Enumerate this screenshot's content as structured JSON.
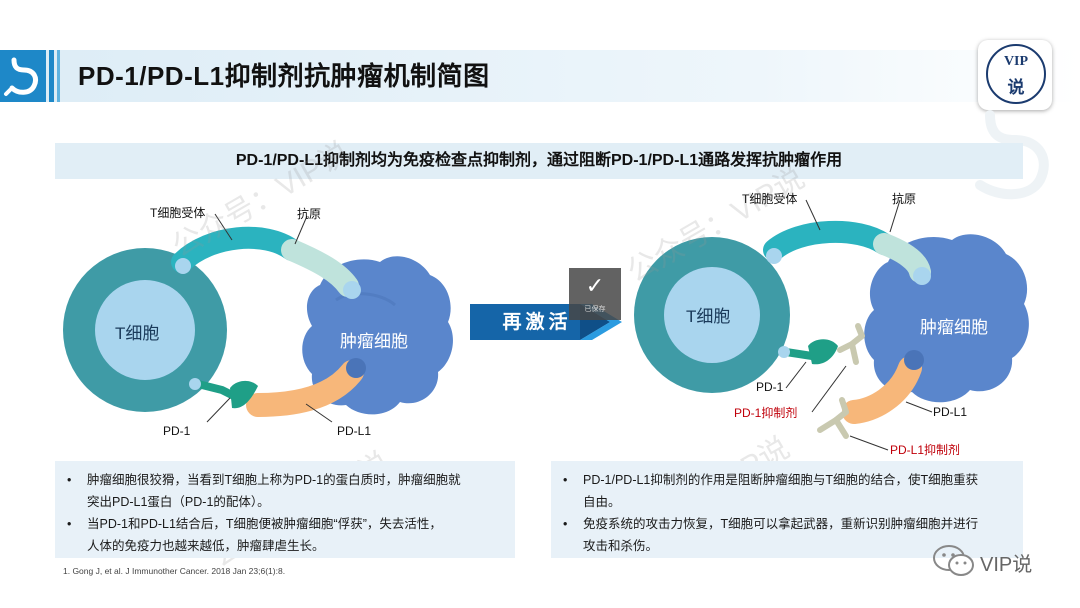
{
  "header": {
    "title": "PD-1/PD-L1抑制剂抗肿瘤机制简图",
    "badge_line1": "VIP",
    "badge_line2": "说"
  },
  "banner": {
    "text": "PD-1/PD-L1抑制剂均为免疫检查点抑制剂，通过阻断PD-1/PD-L1通路发挥抗肿瘤作用"
  },
  "watermark": "公众号：VIP说",
  "left_diagram": {
    "t_cell": "T细胞",
    "tumor_cell": "肿瘤细胞",
    "tcr_label": "T细胞受体",
    "antigen_label": "抗原",
    "pd1_label": "PD-1",
    "pdl1_label": "PD-L1"
  },
  "arrow": {
    "text": "再激活"
  },
  "saved_overlay": {
    "text": "已保存"
  },
  "right_diagram": {
    "t_cell": "T细胞",
    "tumor_cell": "肿瘤细胞",
    "tcr_label": "T细胞受体",
    "antigen_label": "抗原",
    "pd1_label": "PD-1",
    "pdl1_label": "PD-L1",
    "pd1_inhibitor_label": "PD-1抑制剂",
    "pdl1_inhibitor_label": "PD-L1抑制剂"
  },
  "left_box": {
    "bullets": [
      "肿瘤细胞很狡猾，当看到T细胞上称为PD-1的蛋白质时，肿瘤细胞就",
      "突出PD-L1蛋白（PD-1的配体）。",
      "当PD-1和PD-L1结合后，T细胞便被肿瘤细胞“俘获”，失去活性，",
      "人体的免疫力也越来越低，肿瘤肆虐生长。"
    ]
  },
  "right_box": {
    "bullets": [
      "PD-1/PD-L1抑制剂的作用是阻断肿瘤细胞与T细胞的结合，使T细胞重获",
      "自由。",
      "免疫系统的攻击力恢复，T细胞可以拿起武器，重新识别肿瘤细胞并进行",
      "攻击和杀伤。"
    ]
  },
  "reference": "1. Gong J, et al.  J Immunother Cancer. 2018 Jan 23;6(1):8.",
  "wechat_mark": "VIP说",
  "colors": {
    "brand_blue": "#1e88c8",
    "t_cell_outer": "#3f9ba6",
    "t_cell_inner": "#a9d5ee",
    "tumor": "#5a86cc",
    "receptor": "#2bb3bf",
    "antigen": "#bfe3dc",
    "pd1": "#1f9f87",
    "pdl1": "#f7b77a",
    "inhibitor": "#c9c9b0",
    "red_label": "#c0000a"
  }
}
